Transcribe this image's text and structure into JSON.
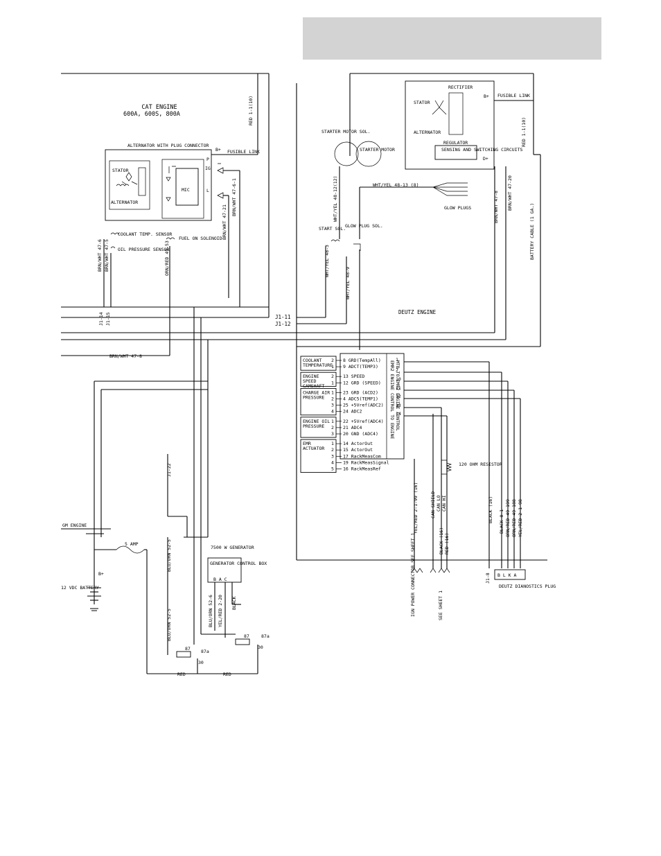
{
  "cat_engine": {
    "title": "CAT ENGINE",
    "models": "600A, 600S, 800A",
    "alternator_title": "ALTERNATOR WITH PLUG CONNECTOR",
    "stator": "STATOR",
    "alternator": "ALTERNATOR",
    "mic": "MIC",
    "b_plus": "B+",
    "fusible_link": "FUSIBLE LINK",
    "term_p": "P",
    "term_ig": "IG",
    "term_l": "L",
    "coolant_temp_sensor": "COOLANT TEMP. SENSOR",
    "oil_pressure_sensor": "OIL PRESSURE SENSOR",
    "fuel_on_solenoid": "FUEL ON SOLENOID",
    "wire_red_1_1": "RED 1-1(10)",
    "wire_brnwht_47_6_1": "BRN/WHT 47-6-1",
    "wire_brnwht_47_21": "BRN/WHT 47-21",
    "wire_ornred_49_53": "ORN/RED 49-53",
    "wire_brnwht_47_6": "BRN/WHT 47-6",
    "wire_brnwht_47_5": "BRN/WHT 47-5",
    "wire_brnwht_47_8": "BRN/WHT 47-8",
    "j1_14": "J1-14",
    "j1_15": "J1-15",
    "j1_22": "J1-22"
  },
  "deutz_engine": {
    "title": "DEUTZ ENGINE",
    "starter_motor_sol": "STARTER MOTOR SOL.",
    "starter_motor": "STARTER MOTOR",
    "rectifier": "RECTIFIER",
    "stator": "STATOR",
    "alternator": "ALTERNATOR",
    "regulator": "REGULATOR",
    "sensing": "SENSING AND SWITCHING CIRCUITS",
    "b_plus": "B+",
    "fusible_link": "FUSIBLE LINK",
    "d_plus": "D+",
    "wire_red_1_1": "RED 1-1(10)",
    "battery_cable": "BATTERY CABLE (1 GA.)",
    "glow_plugs": "GLOW PLUGS",
    "wire_whtyel_48_13": "WHT/YEL 48-13 (8)",
    "wire_whtyel_48_12": "WHT/YEL 48-12(12)",
    "start_sol": "START SOL.",
    "glow_plug_sol": "GLOW PLUG SOL.",
    "wire_whtyel_48_3": "WHT/YEL 48-3",
    "wire_whtyel_48_9": "WHT/YEL 48-9",
    "wire_brnwht_47_8": "BRN/WHT 47-8",
    "wire_brnwht_47_20": "BRN/WHT 47-20",
    "j1_11": "J1-11",
    "j1_12": "J1-12"
  },
  "emr": {
    "vertical_label": "MTB TO EMR2 ENGINE CONTROL",
    "vertical_label2": "EMR2 ENGINE CONTROL TO ENGINE",
    "sensors": [
      {
        "name": "COOLANT TEMPERATURE",
        "pins": [
          "2",
          "1"
        ]
      },
      {
        "name": "ENGINE SPEED CAMSHAFT",
        "pins": [
          "2",
          "1"
        ]
      },
      {
        "name": "CHARGE AIR PRESSURE",
        "pins": [
          "1",
          "2",
          "3",
          "4"
        ]
      },
      {
        "name": "ENGINE OIL PRESSURE",
        "pins": [
          "1",
          "2",
          "3"
        ]
      },
      {
        "name": "EMR ACTUATOR",
        "pins": [
          "1",
          "2",
          "3",
          "4",
          "5"
        ]
      }
    ],
    "signals": [
      "8 GRD(TempAll)",
      "9 ADCT(TEMP3)",
      "13 SPEED",
      "12 GRD (SPEED)",
      "23 GRD (ACD2)",
      "4 ADC5(TEMP1)",
      "25 +5Vref(ADC2)",
      "24 ADC2",
      "22 +5Vref(ADC4)",
      "21 ADC4",
      "20 GND (ADC4)",
      "14 ActorOut",
      "15 ActorOut",
      "17 RackMeasCom",
      "19 RackMeasSignal",
      "16 RackMeasRef"
    ],
    "outputs": [
      "1",
      "2",
      "10",
      "11",
      "12",
      "13",
      "14"
    ],
    "resistor": "120 OHM RESISTOR"
  },
  "bottom": {
    "gm_engine": "GM ENGINE",
    "fuse": "5 AMP",
    "b_plus": "B+",
    "battery": "12 VDC BATTERY",
    "wire_bluorn_52_5_top": "BLU/ORN 52-5",
    "wire_bluorn_52_5_bot": "BLU/ORN 52-5",
    "generator": "7500 W GENERATOR",
    "gen_box": "GENERATOR CONTROL BOX",
    "gen_terms": "B  A  C",
    "wire_bluorn_52_6": "BLU/ORN 52-6",
    "wire_yelred_2_20": "YEL/RED 2-20",
    "wire_black": "BLACK",
    "relay_87": "87",
    "relay_87a": "87a",
    "relay_30": "30",
    "red1": "RED",
    "red2": "RED",
    "wire_yelred_2_1_99": "YEL/RED 2-1-99 (16)",
    "can_shield": "CAN SHIELD",
    "can_lo": "CAN LO",
    "can_hi": "CAN HI",
    "black_16": "BLACK (16)",
    "red_16": "RED (16)",
    "black_16b": "BLACK (16)",
    "black_0_1": "BLACK 0-1",
    "orn_red_49_199": "ORN/RED 49-199",
    "orn_red_49_188": "ORN/RED 49-188",
    "yel_red_2_1_98": "YEL/RED 2-1-98",
    "ign_power": "IGN POWER CONNECTOR SEE SHEET 1",
    "see_sheet": "SEE SHEET 1",
    "j1_8": "J1-8",
    "diag_pins": "B  L  K  A",
    "diag_plug": "DEUTZ DIANOSTICS PLUG"
  }
}
